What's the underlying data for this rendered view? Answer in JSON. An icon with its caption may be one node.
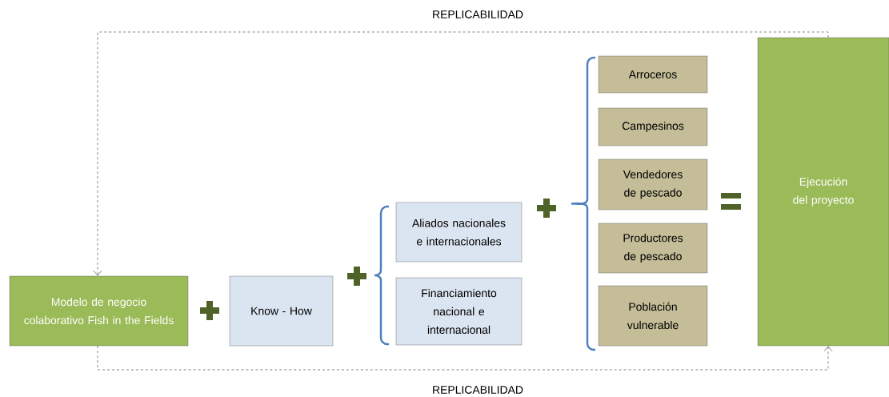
{
  "diagram": {
    "nodes": [
      {
        "text": [
          "Modelo de negocio colaborativo Fish in the Fields"
        ]
      },
      {
        "text": [
          "Know - How"
        ]
      },
      {
        "text": [
          "Aliados nacionales e internacionales"
        ]
      },
      {
        "text": [
          "Financiamiento nacional e internacional"
        ]
      },
      {
        "text": [
          "Arroceros"
        ]
      },
      {
        "text": [
          "Campesinos"
        ]
      },
      {
        "text": [
          "Vendedores de pescado"
        ]
      },
      {
        "text": [
          "Productores de pescado"
        ]
      },
      {
        "text": [
          "Población vulnerable"
        ]
      },
      {
        "text": [
          "Ejecución del proyecto"
        ]
      }
    ],
    "edges": [
      {
        "from": 9,
        "to": 0,
        "arrow": "to",
        "label": "REPLICABILIDAD",
        "style": "dashed"
      },
      {
        "from": 0,
        "to": 9,
        "arrow": "to",
        "label": "REPLICABILIDAD",
        "style": "dashed"
      }
    ]
  }
}
